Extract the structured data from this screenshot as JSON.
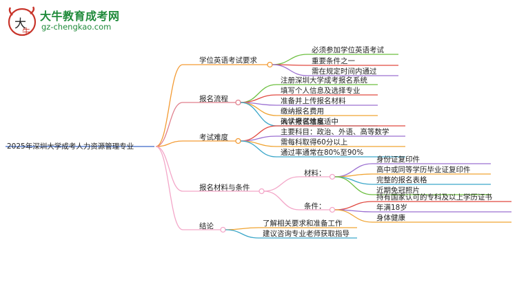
{
  "logo": {
    "name": "大牛教育成考网",
    "url": "gz-chengkao.com"
  },
  "root": "2025年深圳大学成考人力资源管理专业",
  "branches": [
    {
      "label": "学位英语考试要求",
      "color": "#f39a32",
      "items": [
        "必须参加学位英语考试",
        "重要条件之一",
        "需在规定时间内通过"
      ]
    },
    {
      "label": "报名流程",
      "color": "#e07f8c",
      "items": [
        "注册深圳大学成考报名系统",
        "填写个人信息及选择专业",
        "准备并上传报名材料",
        "缴纳报名费用",
        "确认报名信息"
      ]
    },
    {
      "label": "考试难度",
      "color": "#f39a32",
      "items": [
        "入学考试难度适中",
        "主要科目：政治、外语、高等数学",
        "需每科取得60分以上",
        "通过率通常在80%至90%"
      ]
    },
    {
      "label": "报名材料与条件",
      "color": "#f3a6c8",
      "sub": [
        {
          "label": "材料：",
          "items": [
            "身份证复印件",
            "高中或同等学历毕业证复印件",
            "完整的报名表格",
            "近期免冠照片"
          ]
        },
        {
          "label": "条件：",
          "items": [
            "持有国家认可的专科及以上学历证书",
            "年满18岁",
            "身体健康"
          ]
        }
      ]
    },
    {
      "label": "结论",
      "color": "#f3a6c8",
      "items": [
        "了解相关要求和准备工作",
        "建议咨询专业老师获取指导"
      ]
    }
  ]
}
